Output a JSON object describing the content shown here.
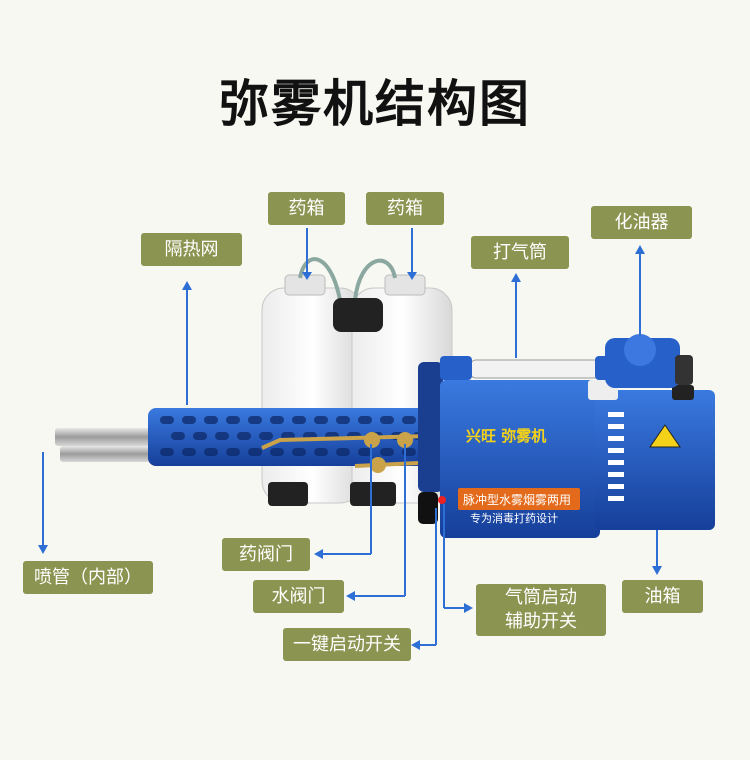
{
  "title": "弥雾机结构图",
  "labels": {
    "tank_left": "药箱",
    "tank_right": "药箱",
    "heat_shield": "隔热网",
    "pump": "打气筒",
    "carburetor": "化油器",
    "nozzle": "喷管（内部）",
    "drug_valve": "药阀门",
    "water_valve": "水阀门",
    "start_switch": "一键启动开关",
    "aux_switch_line1": "气筒启动",
    "aux_switch_line2": "辅助开关",
    "fuel_tank": "油箱"
  },
  "machine_text": {
    "brand": "兴旺 弥雾机",
    "model": "脉冲型水雾烟雾两用",
    "slogan": "专为消毒打药设计"
  },
  "colors": {
    "label_bg": "#8c9451",
    "arrow": "#2e6fd6",
    "machine_blue": "#1c4fb4"
  }
}
